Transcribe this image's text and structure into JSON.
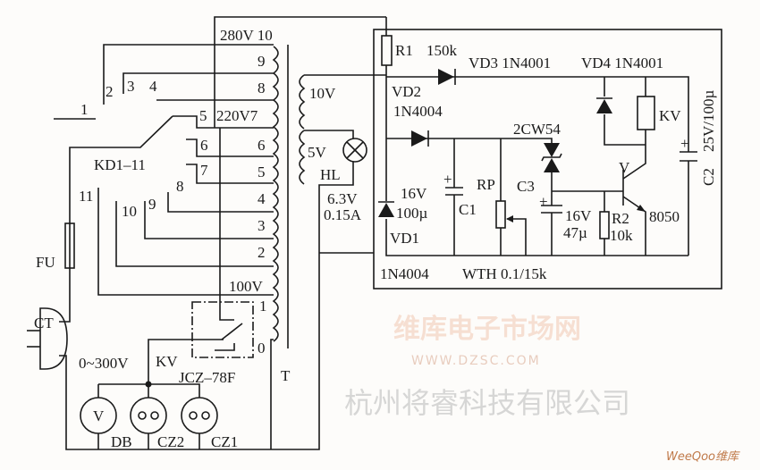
{
  "watermarks": {
    "brand": "维库电子市场网",
    "url": "WWW.DZSC.COM",
    "company": "杭州将睿科技有限公司",
    "corner_logo": "WeeQoo维库"
  },
  "transformer": {
    "tap10": "280V  10",
    "tap9": "9",
    "tap8": "8",
    "tap7": "220V7",
    "tap6": "6",
    "tap5": "5",
    "tap4": "4",
    "tap3": "3",
    "tap2": "2",
    "tap100": "100V",
    "tap1": "1",
    "tap0": "0",
    "name": "T",
    "sec10": "10V",
    "sec5": "5V"
  },
  "switch": {
    "name": "KD1–11",
    "p1": "1",
    "p2": "2",
    "p3": "3",
    "p4": "4",
    "p5": "5",
    "p6": "6",
    "p7": "7",
    "p8": "8",
    "p9": "9",
    "p10": "10",
    "p11": "11"
  },
  "lamp": {
    "name": "HL",
    "rating_v": "6.3V",
    "rating_a": "0.15A"
  },
  "input": {
    "fuse": "FU",
    "plug": "CT"
  },
  "output": {
    "range": "0~300V",
    "relay_contact": "KV",
    "relay_model": "JCZ–78F",
    "meter_symbol": "V",
    "meter": "DB",
    "socket2": "CZ2",
    "socket1": "CZ1"
  },
  "control": {
    "r1": "R1",
    "r1_value": "150k",
    "vd3": "VD3 1N4001",
    "vd4": "VD4 1N4001",
    "vd2": "VD2",
    "vd2_model": "1N4004",
    "zener": "2CW54",
    "kv": "KV",
    "c2_rating": "25V/100µ",
    "c2": "C2",
    "transistor": "V",
    "transistor_model": "8050",
    "rp": "RP",
    "c3": "C3",
    "c3_v": "16V",
    "c3_c": "47µ",
    "r2": "R2",
    "r2_value": "10k",
    "c1_v": "16V",
    "c1_c": "100µ",
    "c1": "C1",
    "vd1": "VD1",
    "vd1_model": "1N4004",
    "rp_model": "WTH 0.1/15k",
    "plus": "+"
  }
}
